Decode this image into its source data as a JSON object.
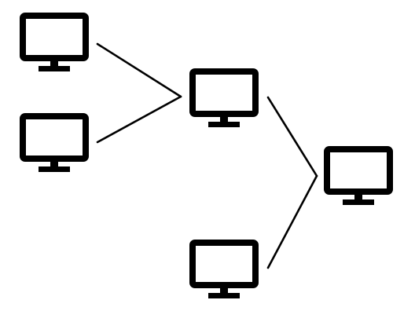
{
  "diagram": {
    "kind": "network-topology",
    "stroke_color": "#000000",
    "background_color": "#ffffff",
    "nodes": [
      {
        "id": "monitor-a",
        "icon": "monitor-icon"
      },
      {
        "id": "monitor-b",
        "icon": "monitor-icon"
      },
      {
        "id": "monitor-c",
        "icon": "monitor-icon"
      },
      {
        "id": "monitor-d",
        "icon": "monitor-icon"
      },
      {
        "id": "monitor-e",
        "icon": "monitor-icon"
      }
    ],
    "edges": [
      {
        "from": "monitor-a",
        "to": "monitor-c"
      },
      {
        "from": "monitor-b",
        "to": "monitor-c"
      },
      {
        "from": "monitor-c",
        "to": "monitor-e"
      },
      {
        "from": "monitor-d",
        "to": "monitor-e"
      }
    ]
  }
}
